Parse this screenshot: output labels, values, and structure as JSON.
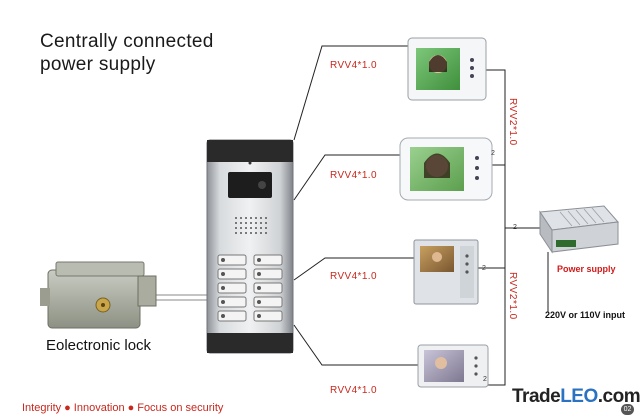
{
  "title": {
    "line1": "Centrally connected",
    "line2": "power supply"
  },
  "cable_labels": {
    "monitor1": "RVV4*1.0",
    "monitor2": "RVV4*1.0",
    "monitor3": "RVV4*1.0",
    "monitor4": "RVV4*1.0",
    "bus_upper": "RVV2*1.0",
    "bus_lower": "RVV2*1.0"
  },
  "small_marks": [
    "2",
    "2",
    "2",
    "2"
  ],
  "lock_label": "Eolectronic lock",
  "power_supply_label": "Power supply",
  "input_label": "220V or 110V input",
  "slogan": {
    "item1": "Integrity",
    "item2": "Innovation",
    "item3": "Focus on security"
  },
  "brand": {
    "part1": "Trade",
    "part2": "LEO",
    "part3": ".com",
    "badge": "02"
  },
  "colors": {
    "cable_label": "#c8281e",
    "power_label": "#d11a1a",
    "brand_accent": "#2a72c2"
  }
}
